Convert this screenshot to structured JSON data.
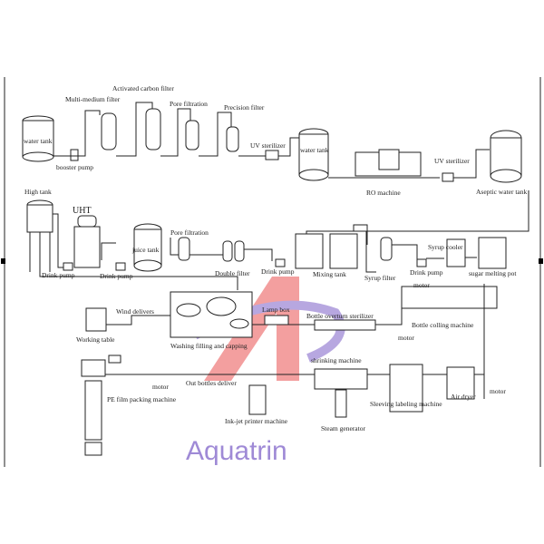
{
  "labels": {
    "water_tank_1": "water tank",
    "booster_pump": "booster pump",
    "multi_medium_filter": "Multi-medium filter",
    "activated_carbon_filter": "Activated carbon filter",
    "pore_filtration_1": "Pore filtration",
    "precision_filter": "Precision filter",
    "uv_sterilizer_1": "UV sterilizer",
    "water_tank_2": "water tank",
    "ro_machine": "RO machine",
    "uv_sterilizer_2": "UV sterilizer",
    "aseptic_water_tank": "Aseptic water tank",
    "high_tank": "High tank",
    "uht": "UHT",
    "drink_pump_1": "Drink pump",
    "drink_pump_2": "Drink pump",
    "juice_tank": "juice tank",
    "pore_filtration_2": "Pore filtration",
    "double_filter": "Double filter",
    "drink_pump_3": "Drink pump",
    "mixing_tank": "Mixing tank",
    "syrup_filter": "Syrup filter",
    "drink_pump_4": "Drink pump",
    "syrup_cooler": "Syrup cooler",
    "sugar_melting_pot": "sugar melting pot",
    "wind_delivers": "Wind delivers",
    "working_table": "Working table",
    "washing_filling_capping": "Washing filling and capping",
    "lamp_box": "Lamp box",
    "bottle_overturn_sterilizer": "Bottle overturn sterilizer",
    "motor_1": "motor",
    "bottle_cooling_machine": "Bottle colling machine",
    "motor_2": "motor",
    "shrinking_machine": "shrinking machine",
    "out_bottles_deliver": "Out bottles deliver",
    "motor_3": "motor",
    "pe_film_packing_machine": "PE film packing machine",
    "ink_jet_printer_machine": "Ink-jet printer machine",
    "steam_generator": "Steam generator",
    "sleeving_labeling_machine": "Sleeving labeling machine",
    "air_dryer": "Air dryer",
    "motor_4": "motor"
  },
  "watermark": {
    "text": "Aquatrin",
    "colors": {
      "logo_red": "#f08080",
      "logo_purple": "#9f8ad6"
    }
  }
}
